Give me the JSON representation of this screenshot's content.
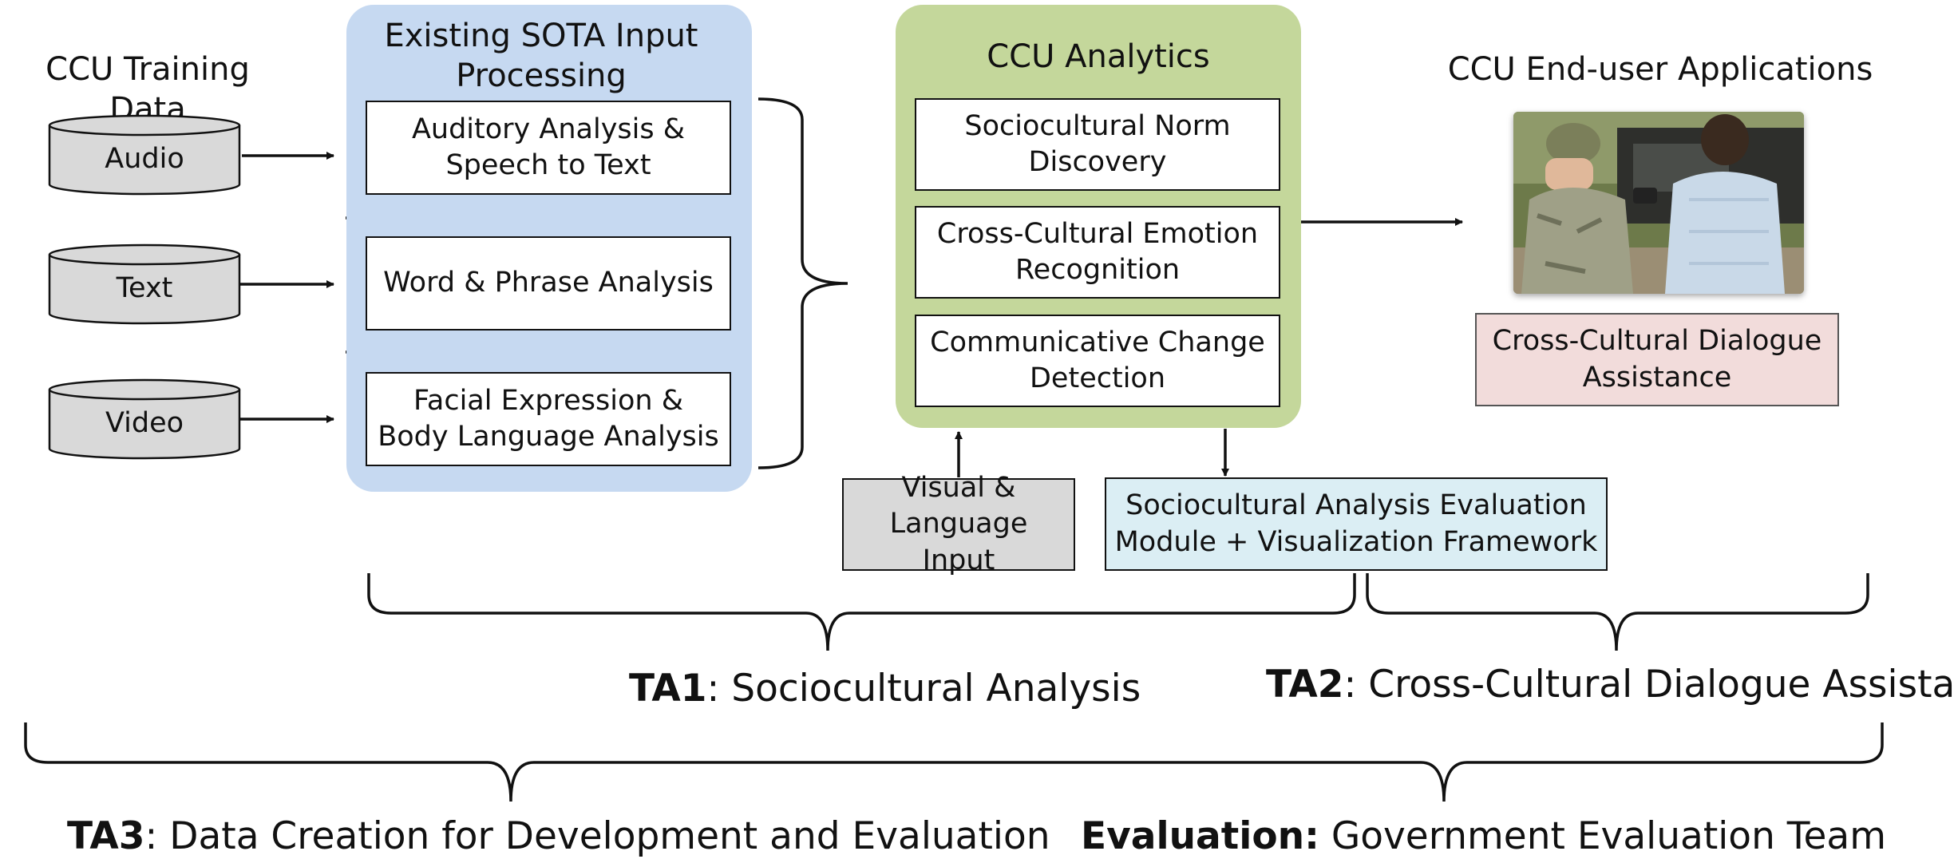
{
  "training": {
    "title": "CCU Training Data",
    "inputs": [
      "Audio",
      "Text",
      "Video"
    ]
  },
  "input_processing": {
    "title": "Existing SOTA Input Processing",
    "boxes": [
      "Auditory Analysis & Speech to Text",
      "Word & Phrase Analysis",
      "Facial Expression & Body Language Analysis"
    ]
  },
  "analytics": {
    "title": "CCU Analytics",
    "boxes": [
      "Sociocultural Norm Discovery",
      "Cross-Cultural Emotion Recognition",
      "Communicative Change Detection"
    ]
  },
  "visual_input": "Visual & Language Input",
  "evaluation_module": "Sociocultural Analysis Evaluation Module + Visualization Framework",
  "applications": {
    "title": "CCU End-user Applications",
    "box": "Cross-Cultural Dialogue Assistance"
  },
  "ta1": {
    "bold": "TA1",
    "text": ": Sociocultural Analysis"
  },
  "ta2": {
    "bold": "TA2",
    "text": ": Cross-Cultural Dialogue Assistance"
  },
  "ta3": {
    "bold": "TA3",
    "text": ": Data Creation for Development and Evaluation"
  },
  "evaluation": {
    "bold": "Evaluation:",
    "text": " Government Evaluation Team"
  },
  "colors": {
    "input_panel": "#c6d9f1",
    "analytics_panel": "#c4d79b",
    "visual_input_box": "#d9d9d9",
    "evaluation_module_box": "#dbeef4",
    "application_box": "#f2dcdb",
    "cylinder": "#d9d9d9"
  }
}
